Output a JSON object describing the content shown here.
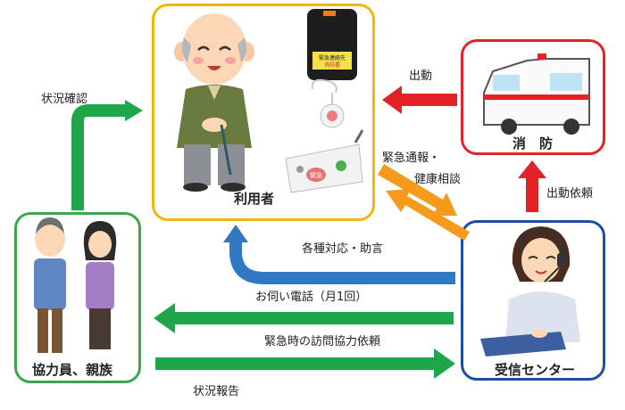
{
  "nodes": {
    "user": {
      "label": "利用者"
    },
    "fire": {
      "label": "消　防"
    },
    "center": {
      "label": "受信センター"
    },
    "cooperators": {
      "label": "協力員、親族"
    }
  },
  "device_labels": {
    "sticker_line1": "緊急連絡先",
    "sticker_line2": "消防署",
    "base_button": "緊急"
  },
  "arrows": {
    "dispatch": "出動",
    "dispatch_request": "出動依頼",
    "emergency_call": "緊急通報・",
    "health_consult": "健康相談",
    "response_advice": "各種対応・助言",
    "check_call": "お伺い電話（月1回）",
    "visit_request": "緊急時の訪問協力依頼",
    "status_report": "状況報告",
    "status_check": "状況確認"
  },
  "colors": {
    "user_border": "#f2b705",
    "fire_border": "#e32227",
    "center_border": "#1a4fa3",
    "cooperators_border": "#3aa84a",
    "arrow_red": "#e32227",
    "arrow_orange": "#f59a1b",
    "arrow_blue": "#2f79c3",
    "arrow_green": "#1fa64a"
  }
}
